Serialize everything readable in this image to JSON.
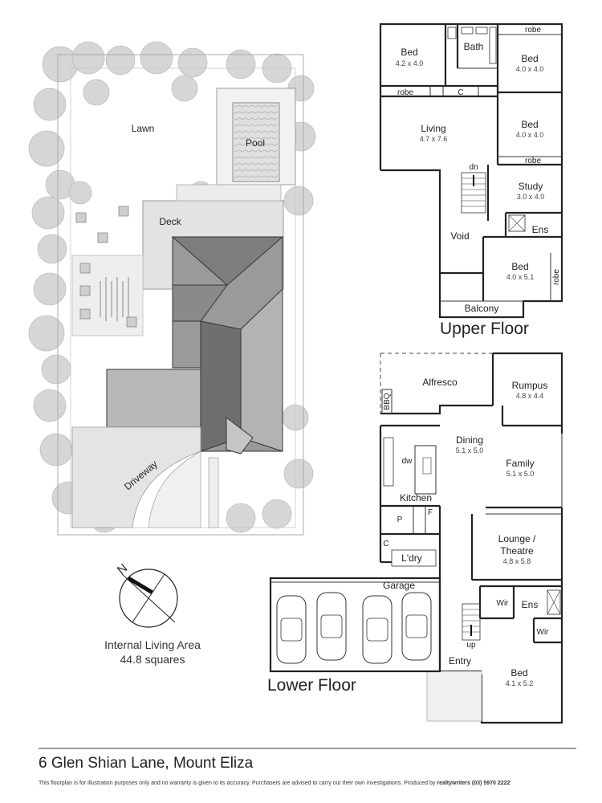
{
  "site": {
    "lawn": "Lawn",
    "pool": "Pool",
    "deck": "Deck",
    "driveway": "Driveway",
    "compass": "N"
  },
  "internal_area": {
    "label": "Internal Living Area",
    "value": "44.8 squares"
  },
  "upper_floor": {
    "title": "Upper Floor",
    "rooms": [
      {
        "name": "Bed",
        "dim": "4.2 x 4.0"
      },
      {
        "name": "Bath",
        "dim": ""
      },
      {
        "name": "Bed",
        "dim": "4.0 x 4.0"
      },
      {
        "name": "Living",
        "dim": "4.7 x 7.6"
      },
      {
        "name": "Bed",
        "dim": "4.0 x 4.0"
      },
      {
        "name": "Study",
        "dim": "3.0 x 4.0"
      },
      {
        "name": "Ens",
        "dim": ""
      },
      {
        "name": "Void",
        "dim": ""
      },
      {
        "name": "Bed",
        "dim": "4.0 x 5.1"
      },
      {
        "name": "Balcony",
        "dim": ""
      }
    ],
    "robe": "robe",
    "c": "C",
    "dn": "dn"
  },
  "lower_floor": {
    "title": "Lower Floor",
    "rooms": [
      {
        "name": "Alfresco",
        "dim": ""
      },
      {
        "name": "Rumpus",
        "dim": "4.8 x 4.4"
      },
      {
        "name": "Dining",
        "dim": "5.1 x 5.0"
      },
      {
        "name": "Family",
        "dim": "5.1 x 5.0"
      },
      {
        "name": "Kitchen",
        "dim": ""
      },
      {
        "name": "Lounge /",
        "dim": ""
      },
      {
        "name": "Theatre",
        "dim": "4.8 x 5.8"
      },
      {
        "name": "L'dry",
        "dim": ""
      },
      {
        "name": "Garage",
        "dim": ""
      },
      {
        "name": "Ens",
        "dim": ""
      },
      {
        "name": "Wir",
        "dim": ""
      },
      {
        "name": "Wir",
        "dim": ""
      },
      {
        "name": "Entry",
        "dim": ""
      },
      {
        "name": "Bed",
        "dim": "4.1 x 5.2"
      }
    ],
    "bbq": "BBQ",
    "dw": "dw",
    "p": "P",
    "f": "F",
    "c": "C",
    "up": "up"
  },
  "footer": {
    "address": "6 Glen Shian Lane, Mount Eliza",
    "disclaimer": "This floorplan is for illustration purposes only and no warranty is given to its accuracy. Purchasers are advised to carry out their own investigations. Produced by ",
    "producer": "realtywriters (03) 5970 2222"
  }
}
